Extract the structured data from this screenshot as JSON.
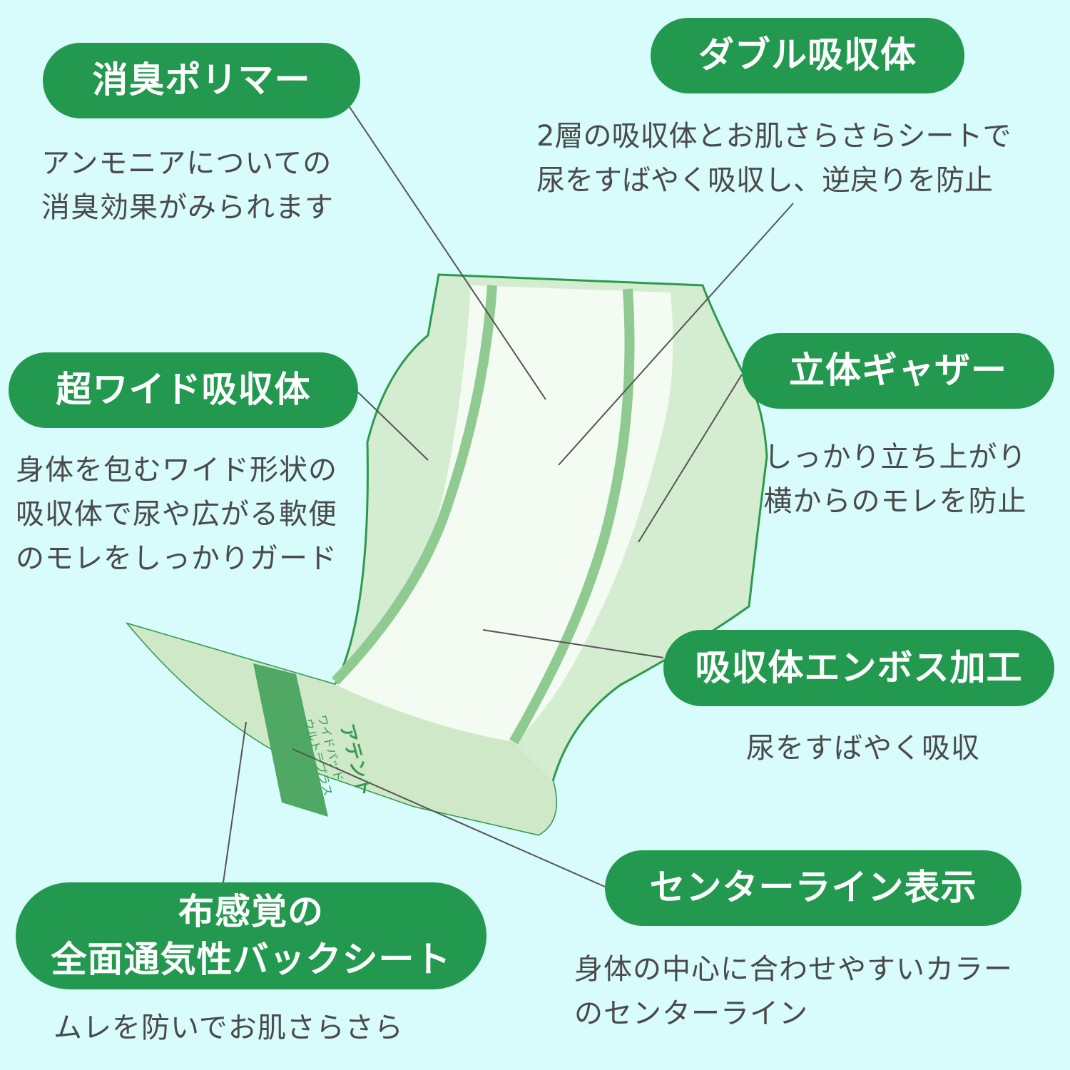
{
  "colors": {
    "background": "#d8fbfb",
    "accent": "#22994f",
    "text": "#4a4a4a"
  },
  "features": [
    {
      "title": [
        "消臭ポリマー"
      ],
      "description": [
        "アンモニアについての",
        "消臭効果がみられます"
      ]
    },
    {
      "title": [
        "ダブル吸収体"
      ],
      "description": [
        "2層の吸収体とお肌さらさらシートで",
        "尿をすばやく吸収し、逆戻りを防止"
      ]
    },
    {
      "title": [
        "超ワイド吸収体"
      ],
      "description": [
        "身体を包むワイド形状の",
        "吸収体で尿や広がる軟便",
        "のモレをしっかりガード"
      ]
    },
    {
      "title": [
        "立体ギャザー"
      ],
      "description": [
        "しっかり立ち上がり",
        "横からのモレを防止"
      ]
    },
    {
      "title": [
        "吸収体エンボス加工"
      ],
      "description": [
        "尿をすばやく吸収"
      ]
    },
    {
      "title": [
        "センターライン表示"
      ],
      "description": [
        "身体の中心に合わせやすいカラー",
        "のセンターライン"
      ]
    },
    {
      "title": [
        "布感覚の",
        "全面通気性バックシート"
      ],
      "description": [
        "ムレを防いでお肌さらさら"
      ]
    }
  ],
  "product": {
    "brand": "アテント",
    "name": [
      "ワイドパッド",
      "ウルトラプラス"
    ]
  }
}
